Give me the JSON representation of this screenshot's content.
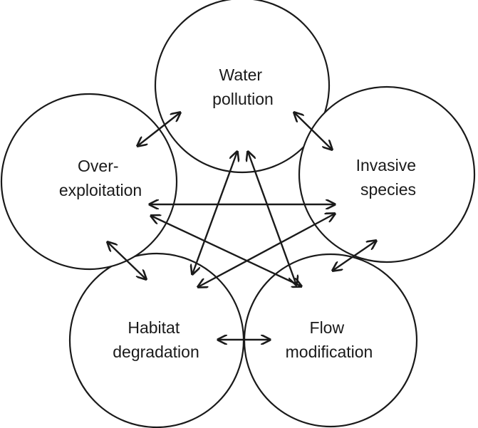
{
  "diagram": {
    "nodes": [
      {
        "id": "water",
        "lines": [
          "Water",
          "pollution"
        ]
      },
      {
        "id": "invasive",
        "lines": [
          "Invasive",
          "species"
        ]
      },
      {
        "id": "flow",
        "lines": [
          "Flow",
          "modification"
        ]
      },
      {
        "id": "habitat",
        "lines": [
          "Habitat",
          "degradation"
        ]
      },
      {
        "id": "over",
        "lines": [
          "Over-",
          "exploitation"
        ]
      }
    ],
    "edges": [
      {
        "from": "water",
        "to": "over",
        "direction": "both"
      },
      {
        "from": "water",
        "to": "invasive",
        "direction": "both"
      },
      {
        "from": "invasive",
        "to": "flow",
        "direction": "both"
      },
      {
        "from": "habitat",
        "to": "flow",
        "direction": "both"
      },
      {
        "from": "over",
        "to": "habitat",
        "direction": "both"
      },
      {
        "from": "over",
        "to": "invasive",
        "direction": "both"
      },
      {
        "from": "over",
        "to": "flow",
        "direction": "both"
      },
      {
        "from": "water",
        "to": "habitat",
        "direction": "both"
      },
      {
        "from": "water",
        "to": "flow",
        "direction": "both"
      },
      {
        "from": "invasive",
        "to": "habitat",
        "direction": "both"
      }
    ]
  }
}
